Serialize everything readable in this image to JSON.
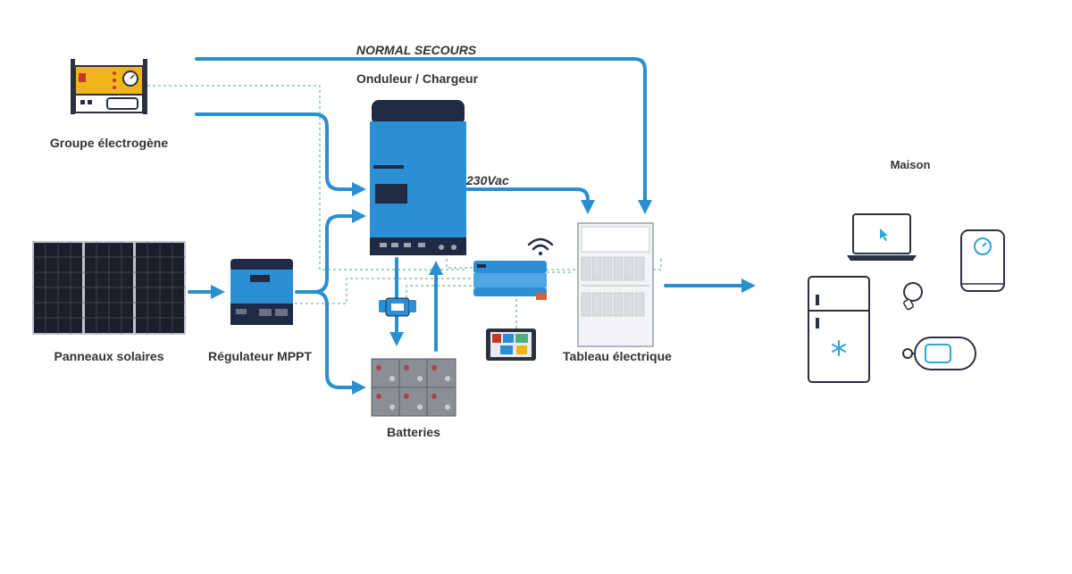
{
  "labels": {
    "normal_secours": "NORMAL SECOURS",
    "onduleur": "Onduleur / Chargeur",
    "groupe": "Groupe électrogène",
    "panneaux": "Panneaux solaires",
    "regulateur": "Régulateur MPPT",
    "batteries": "Batteries",
    "tableau": "Tableau électrique",
    "maison": "Maison",
    "vac": "230Vac"
  },
  "colors": {
    "flow": "#2a8fd1",
    "dashed": "#4caf7d",
    "text": "#333333",
    "device_blue": "#2c8fd6",
    "device_dark": "#1f2a44",
    "generator": "#f1b51c",
    "icon_outline": "#2b3140",
    "accent": "#2ba7d8"
  },
  "icons": [
    "generator-icon",
    "solar-panel-icon",
    "mppt-controller-icon",
    "inverter-charger-icon",
    "battery-bank-icon",
    "shunt-icon",
    "gx-device-icon",
    "wifi-icon",
    "touch-display-icon",
    "breaker-panel-icon",
    "laptop-icon",
    "water-heater-icon",
    "fridge-icon",
    "lightbulb-icon",
    "pump-icon"
  ]
}
